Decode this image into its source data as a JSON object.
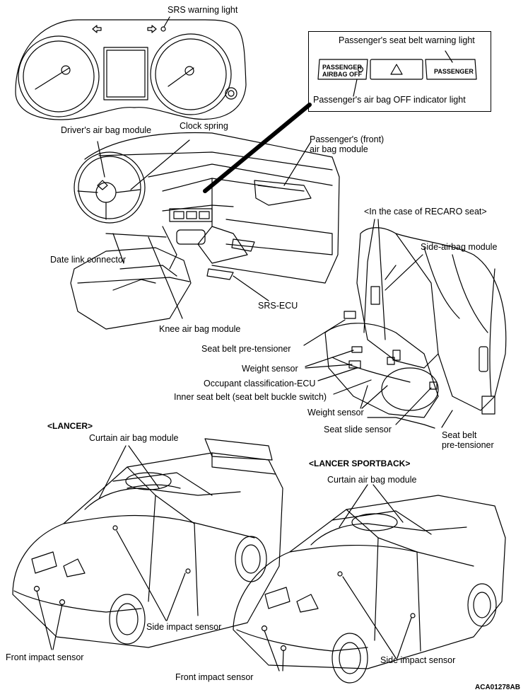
{
  "labels": {
    "srs_warning_light": "SRS warning light",
    "passenger_seat_belt_warning_light": "Passenger's seat belt warning light",
    "passenger_airbag_off_indicator": "Passenger's air bag OFF indicator light",
    "drivers_airbag_module": "Driver's air bag module",
    "clock_spring": "Clock spring",
    "passenger_front_airbag_line1": "Passenger's (front)",
    "passenger_front_airbag_line2": "air bag module",
    "recaro_heading": "<In the case of RECARO seat>",
    "side_airbag_module": "Side-airbag module",
    "data_link_connector": "Date link connector",
    "srs_ecu": "SRS-ECU",
    "knee_airbag_module": "Knee air bag module",
    "seat_belt_pretensioner": "Seat belt pre-tensioner",
    "weight_sensor_1": "Weight sensor",
    "occupant_classification_ecu": "Occupant classification-ECU",
    "inner_seat_belt": "Inner seat belt (seat belt buckle switch)",
    "weight_sensor_2": "Weight sensor",
    "seat_slide_sensor": "Seat slide sensor",
    "seat_belt_pretensioner_r1": "Seat belt",
    "seat_belt_pretensioner_r2": "pre-tensioner",
    "lancer_heading": "<LANCER>",
    "curtain_airbag_module_1": "Curtain air bag module",
    "lancer_sportback_heading": "<LANCER SPORTBACK>",
    "curtain_airbag_module_2": "Curtain air bag module",
    "side_impact_sensor_1": "Side impact sensor",
    "front_impact_sensor_1": "Front impact sensor",
    "side_impact_sensor_2": "Side impact sensor",
    "front_impact_sensor_2": "Front impact sensor",
    "figure_code": "ACA01278AB"
  },
  "panel": {
    "switch_text_1": "PASSENGER",
    "switch_text_2": "AIRBAG OFF",
    "switch_text_3": "PASSENGER"
  },
  "icons": [
    "hazard-triangle-icon",
    "seatbelt-icon",
    "airbag-icon",
    "turn-left-arrow-icon",
    "turn-right-arrow-icon"
  ]
}
